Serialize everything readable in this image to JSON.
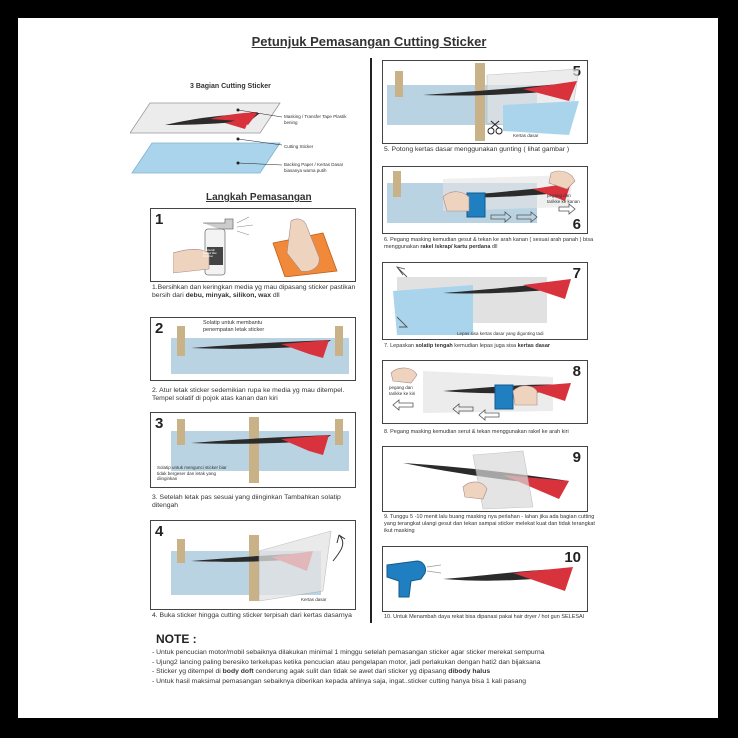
{
  "title": "Petunjuk Pemasangan Cutting Sticker",
  "parts": {
    "heading": "3 Bagian Cutting Sticker",
    "masking": "Masking / Transfer Tape Plastik bening",
    "sticker": "Cutting Sticker",
    "backing": "Backing Paper / Kertas Dasar biasanya warna putih"
  },
  "steps_heading": "Langkah Pemasangan",
  "steps": {
    "s1": {
      "num": "1",
      "cap_a": "1.Bersihkan dan keringkan media yg mau dipasang sticker pastikan bersih dari ",
      "cap_b": "debu, minyak, silikon, wax",
      "cap_c": " dll",
      "bottle_label": "Pembersih Kaca & Wax Remover"
    },
    "s2": {
      "num": "2",
      "label": "Solatip untuk membantu penempatan letak sticker",
      "cap": "2. Atur letak sticker sedemikian rupa ke media yg mau ditempel. Tempel solatif di pojok atas kanan dan kiri"
    },
    "s3": {
      "num": "3",
      "label": "Solatip untuk mengunci sticker biar tidak bergeser dan letak yang diinginkan",
      "cap": "3. Setelah letak pas sesuai yang diinginkan Tambahkan solatip ditengah"
    },
    "s4": {
      "num": "4",
      "label": "Kertas dasar",
      "cap": "4. Buka sticker hingga cutting sticker terpisah dari kertas dasarnya"
    },
    "s5": {
      "num": "5",
      "label": "Kertas dasar",
      "cap": "5. Potong kertas dasar menggunakan gunting ( lihat gambar )"
    },
    "s6": {
      "num": "6",
      "label": "pegang dan tarikke ke kanan",
      "cap_a": "6. Pegang masking kemudian gesut & tekan ke arah kanan ( sesuai arah panah ) bisa menggunakan ",
      "cap_b": "rakel /skrap/ kartu perdana",
      "cap_c": " dll"
    },
    "s7": {
      "num": "7",
      "label": "Lepas sisa kertas dasar yang digunting tadi",
      "cap_a": "7. Lepaskan ",
      "cap_b": "solatip tengah",
      "cap_c": " kemudian lepas juga sisa ",
      "cap_d": "kertas dasar"
    },
    "s8": {
      "num": "8",
      "label": "pegang dan tarikke ke kiri",
      "cap": "8. Pegang masking kemudian serut & tekan menggunakan rakel ke arah kiri"
    },
    "s9": {
      "num": "9",
      "cap": "9. Tunggu 5 -10 menit lalu buang masking nya perlahan - lahan jika ada bagian cutting yang terangkat  ulangi gesut dan tekan sampai sticker melekat kuat dan tidak terangkat ikut masking"
    },
    "s10": {
      "num": "10",
      "cap": "10. Untuk Menambah daya rekat bisa dipanasi pakai hair dryer / hot gun SELESAI"
    }
  },
  "note": {
    "title": "NOTE :",
    "items": [
      "- Untuk pencucian motor/mobil sebaiknya dilakukan minimal 1 minggu setelah pemasangan sticker agar sticker merekat sempurna",
      "- Ujung2 lancing paling beresiko terkelupas ketika pencucian atau pengelapan motor, jadi perlakukan dengan hati2 dan bijaksana"
    ],
    "item3_a": "- Sticker yg ditempel di ",
    "item3_b": "body doft",
    "item3_c": " cenderung agak sulit dan tidak se awet dari sticker yg dipasang ",
    "item3_d": "dibody halus",
    "item4": "- Untuk hasil maksimal pemasangan sebaiknya diberikan kepada ahlinya saja, ingat..sticker cutting hanya bisa 1 kali pasang"
  },
  "colors": {
    "sticker_red": "#d8323d",
    "sticker_dark": "#2b2b2b",
    "glass": "#b9d3e2",
    "backing_blue": "#a9d4ec",
    "tape": "#c9b188",
    "tool_blue": "#1f7fc0",
    "towel": "#f08a3a"
  }
}
